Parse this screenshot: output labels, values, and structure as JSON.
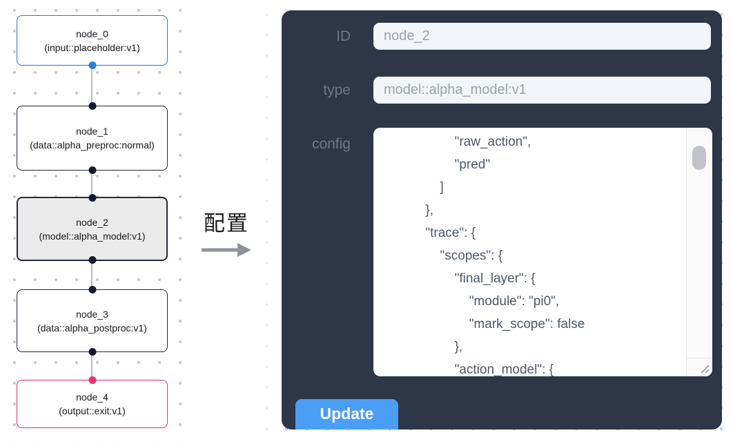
{
  "flow": {
    "nodes": [
      {
        "name": "node_0",
        "type": "(input::placeholder:v1)"
      },
      {
        "name": "node_1",
        "type": "(data::alpha_preproc:normal)"
      },
      {
        "name": "node_2",
        "type": "(model::alpha_model:v1)"
      },
      {
        "name": "node_3",
        "type": "(data::alpha_postproc:v1)"
      },
      {
        "name": "node_4",
        "type": "(output::exit:v1)"
      }
    ]
  },
  "annotation": {
    "label": "配置"
  },
  "panel": {
    "id_label": "ID",
    "id_value": "node_2",
    "type_label": "type",
    "type_value": "model::alpha_model:v1",
    "config_label": "config",
    "config_text": "                    \"raw_action\",\n                    \"pred\"\n                ]\n            },\n            \"trace\": {\n                \"scopes\": {\n                    \"final_layer\": {\n                        \"module\": \"pi0\",\n                        \"mark_scope\": false\n                    },\n                    \"action_model\": {",
    "update_label": "Update"
  },
  "colors": {
    "panel_bg": "#2d3748",
    "button_blue": "#4a9ef5",
    "input_node_border": "#2f6fce",
    "output_node_border": "#ee2d72",
    "selected_node_bg": "#ebebeb",
    "handle_dark": "#15192a"
  }
}
